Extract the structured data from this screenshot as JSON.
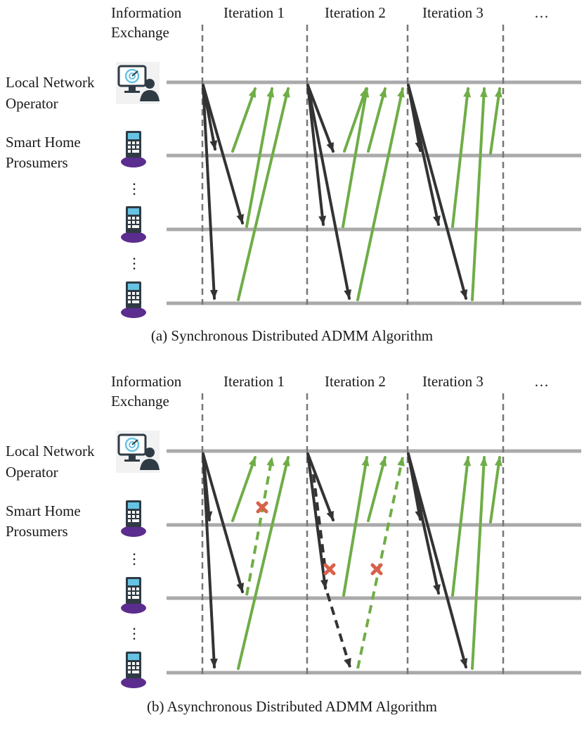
{
  "colors": {
    "timeline": "#aaaaaa",
    "separator": "#777777",
    "broadcast_arrow": "#333333",
    "response_arrow": "#6fad47",
    "failure_mark": "#d9604a",
    "device_cap": "#5b2d8e",
    "device_screen": "#66c3e3",
    "device_body": "#2f3b44"
  },
  "icons": {
    "operator": "monitor-with-person-icon",
    "prosumer": "smart-meter-device-icon",
    "failure": "red-cross-icon"
  },
  "panels": [
    {
      "id": "sync",
      "info_label_line1": "Information",
      "info_label_line2": "Exchange",
      "iterations": [
        "Iteration 1",
        "Iteration 2",
        "Iteration 3"
      ],
      "continuation": "…",
      "operator_label_line1": "Local Network",
      "operator_label_line2": "Operator",
      "prosumer_label_line1": "Smart Home",
      "prosumer_label_line2": "Prosumers",
      "caption": "(a) Synchronous Distributed ADMM Algorithm"
    },
    {
      "id": "async",
      "info_label_line1": "Information",
      "info_label_line2": "Exchange",
      "iterations": [
        "Iteration 1",
        "Iteration 2",
        "Iteration 3"
      ],
      "continuation": "…",
      "operator_label_line1": "Local Network",
      "operator_label_line2": "Operator",
      "prosumer_label_line1": "Smart Home",
      "prosumer_label_line2": "Prosumers",
      "caption": "(b) Asynchronous Distributed ADMM Algorithm"
    }
  ]
}
